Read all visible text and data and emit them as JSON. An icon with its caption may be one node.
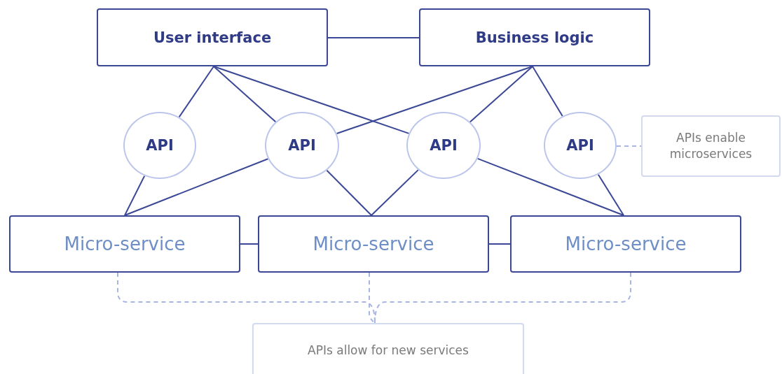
{
  "diagram": {
    "nodes": [
      {
        "text": [
          "User interface"
        ]
      },
      {
        "text": [
          "Business logic"
        ]
      },
      {
        "text": [
          "API"
        ]
      },
      {
        "text": [
          "API"
        ]
      },
      {
        "text": [
          "API"
        ]
      },
      {
        "text": [
          "API"
        ]
      },
      {
        "text": [
          "APIs enable microservices"
        ]
      },
      {
        "text": [
          "Micro-service"
        ]
      },
      {
        "text": [
          "Micro-service"
        ]
      },
      {
        "text": [
          "Micro-service"
        ]
      },
      {
        "text": [
          "APIs allow for new services"
        ]
      }
    ],
    "edges": [
      {
        "from": 0,
        "to": 1,
        "arrow": "none"
      },
      {
        "from": 0,
        "to": 2,
        "arrow": "none"
      },
      {
        "from": 0,
        "to": 3,
        "arrow": "none"
      },
      {
        "from": 0,
        "to": 4,
        "arrow": "none"
      },
      {
        "from": 1,
        "to": 3,
        "arrow": "none"
      },
      {
        "from": 1,
        "to": 4,
        "arrow": "none"
      },
      {
        "from": 1,
        "to": 5,
        "arrow": "none"
      },
      {
        "from": 2,
        "to": 7,
        "arrow": "none"
      },
      {
        "from": 3,
        "to": 7,
        "arrow": "none"
      },
      {
        "from": 3,
        "to": 8,
        "arrow": "none"
      },
      {
        "from": 4,
        "to": 8,
        "arrow": "none"
      },
      {
        "from": 4,
        "to": 9,
        "arrow": "none"
      },
      {
        "from": 5,
        "to": 9,
        "arrow": "none"
      },
      {
        "from": 5,
        "to": 6,
        "arrow": "none",
        "style": "dashed",
        "color": "#a9b5e2"
      },
      {
        "from": 7,
        "to": 8,
        "arrow": "none"
      },
      {
        "from": 8,
        "to": 9,
        "arrow": "none"
      },
      {
        "from": 7,
        "to": 10,
        "arrow": "none",
        "style": "dashed",
        "color": "#a9b5e2"
      },
      {
        "from": 8,
        "to": 10,
        "arrow": "none",
        "style": "dashed",
        "color": "#a9b5e2"
      },
      {
        "from": 9,
        "to": 10,
        "arrow": "none",
        "style": "dashed",
        "color": "#a9b5e2"
      }
    ]
  }
}
